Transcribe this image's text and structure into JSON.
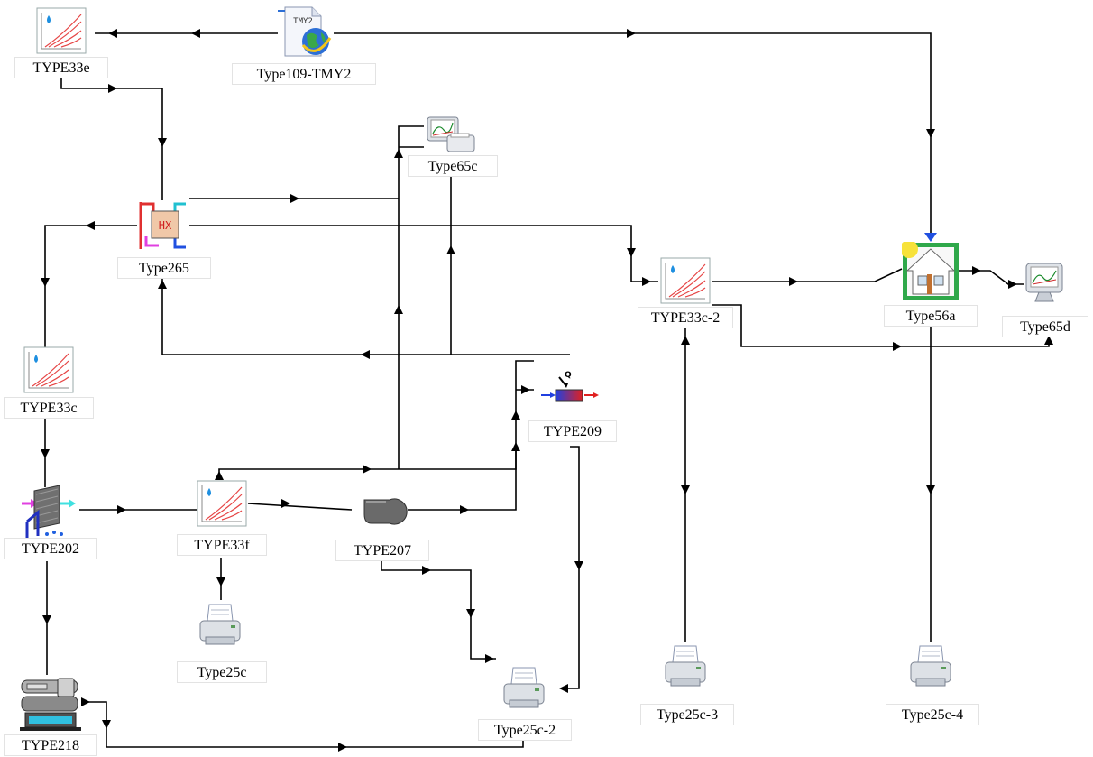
{
  "components": {
    "type33e": "TYPE33e",
    "tmy2": "Type109-TMY2",
    "tmy2_badge": "TMY2",
    "type265": "Type265",
    "hx_badge": "HX",
    "type65c": "Type65c",
    "type33c2": "TYPE33c-2",
    "type56a": "Type56a",
    "type65d": "Type65d",
    "type33c": "TYPE33c",
    "type209": "TYPE209",
    "type209_badge": "Q",
    "type202": "TYPE202",
    "type33f": "TYPE33f",
    "type207": "TYPE207",
    "type25c": "Type25c",
    "type25c2": "Type25c-2",
    "type25c3": "Type25c-3",
    "type25c4": "Type25c-4",
    "type218": "TYPE218"
  },
  "colors": {
    "link": "#000000",
    "psychro_curve": "#e64545",
    "building_frame": "#2fa84a",
    "hx_red": "#e03030",
    "hx_blue": "#2050e0",
    "hx_magenta": "#e040e0"
  },
  "icons": {
    "psychrometric": "psychrometric-chart-icon",
    "weather": "weather-data-globe-icon",
    "heat_exchanger": "heat-exchanger-icon",
    "plotter": "online-plotter-icon",
    "building": "building-house-icon",
    "heater": "heat-source-icon",
    "cooler": "evaporative-cooler-icon",
    "fan": "fan-icon",
    "printer": "printer-icon",
    "chiller": "chiller-icon"
  }
}
